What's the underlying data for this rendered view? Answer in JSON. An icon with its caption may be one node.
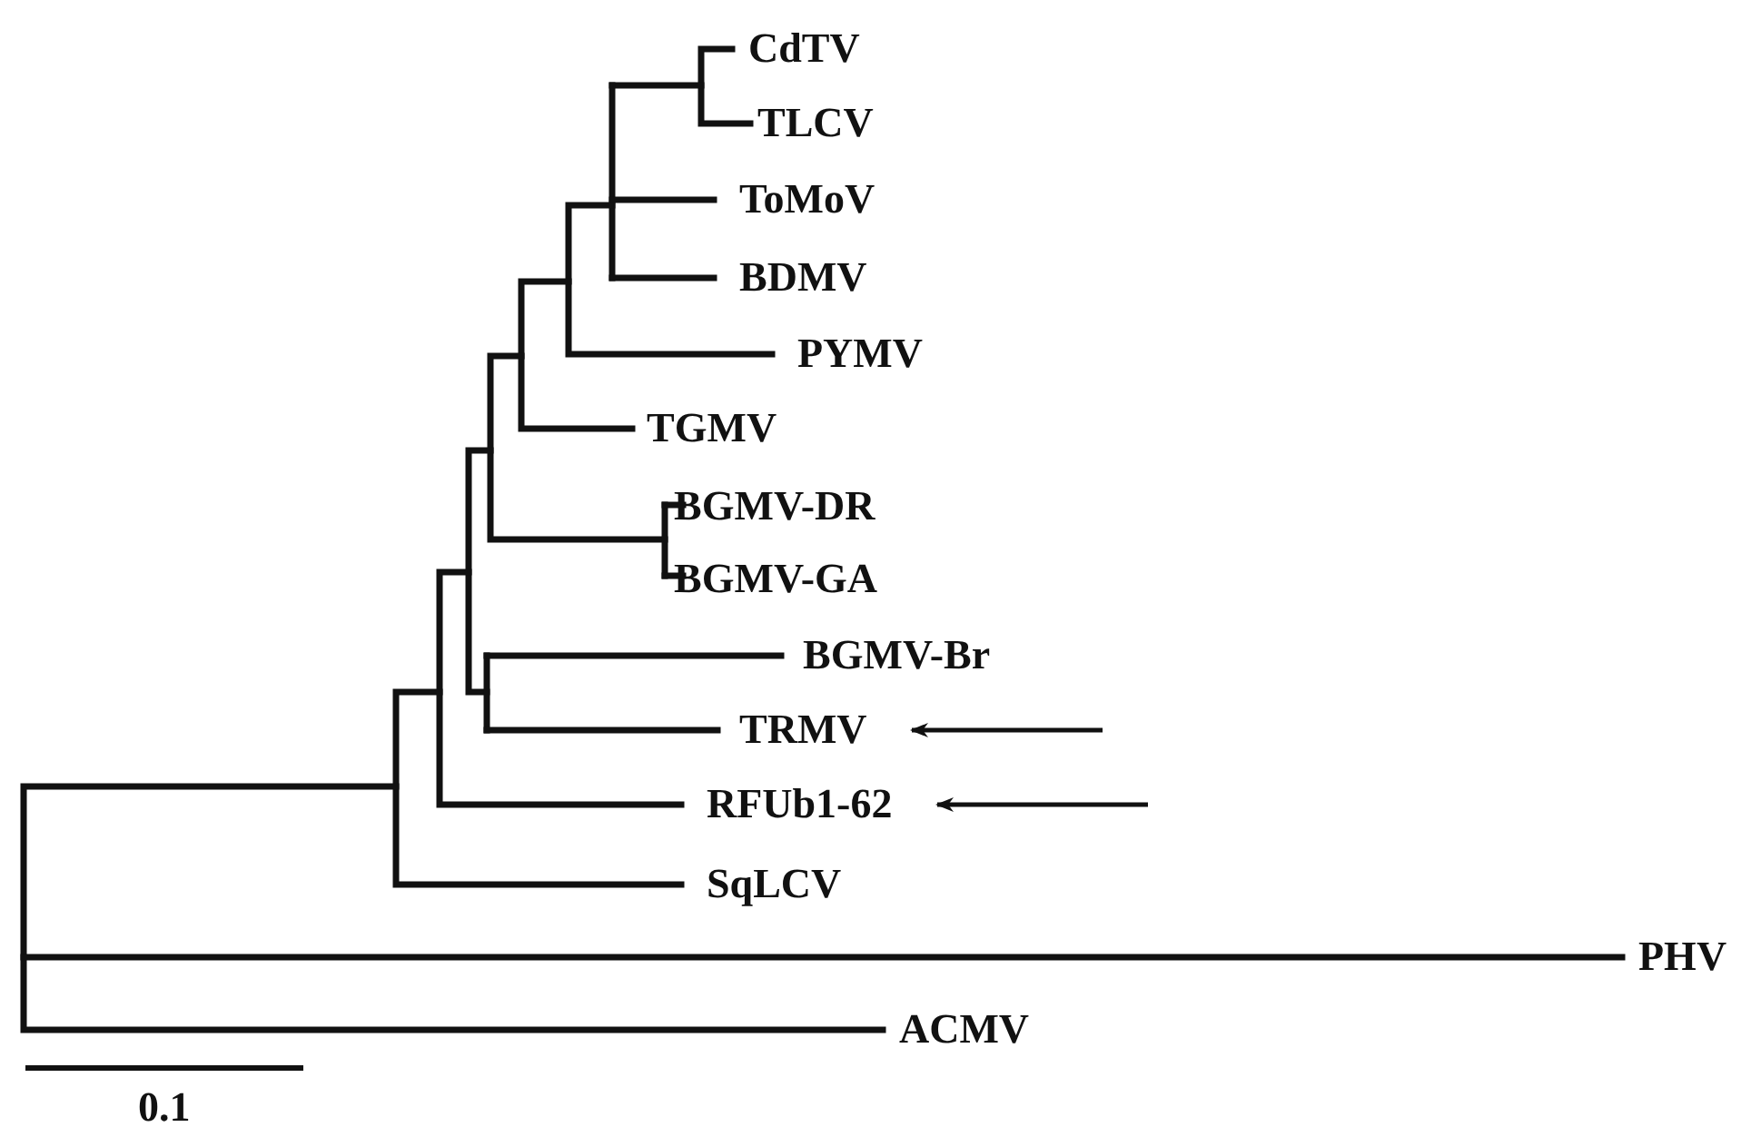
{
  "diagram": {
    "nodes": [
      {
        "text": [
          "CdTV"
        ]
      },
      {
        "text": [
          "TLCV"
        ]
      },
      {
        "text": [
          "ToMoV"
        ]
      },
      {
        "text": [
          "BDMV"
        ]
      },
      {
        "text": [
          "PYMV"
        ]
      },
      {
        "text": [
          "TGMV"
        ]
      },
      {
        "text": [
          "BGMV-DR"
        ]
      },
      {
        "text": [
          "BGMV-GA"
        ]
      },
      {
        "text": [
          "BGMV-Br"
        ]
      },
      {
        "text": [
          "TRMV"
        ]
      },
      {
        "text": [
          "RFUb1-62"
        ]
      },
      {
        "text": [
          "SqLCV"
        ]
      },
      {
        "text": [
          "PHV"
        ]
      },
      {
        "text": [
          "ACMV"
        ]
      }
    ],
    "edges": [
      {
        "from": null,
        "to": 9,
        "arrow": "to"
      },
      {
        "from": null,
        "to": 10,
        "arrow": "to"
      }
    ],
    "labels": [
      "0.1"
    ]
  }
}
